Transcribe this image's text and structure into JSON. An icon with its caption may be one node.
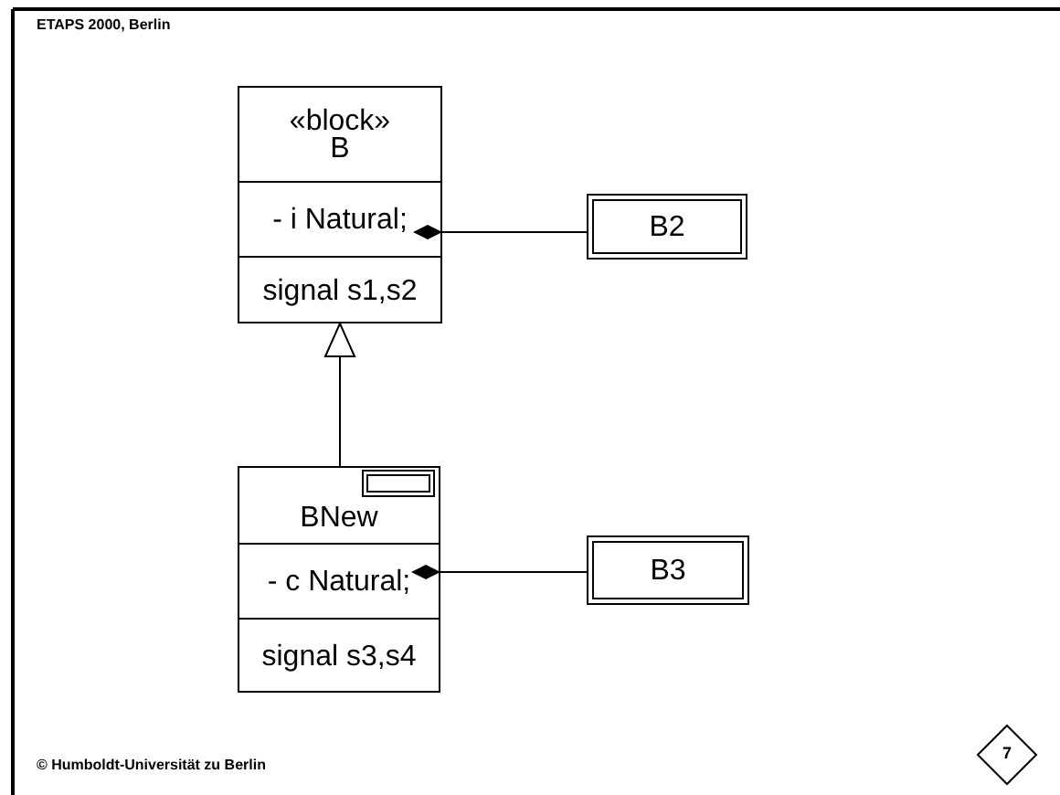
{
  "diagram": {
    "nodes": [
      {
        "text": [
          "«block» B",
          "- i Natural;",
          "signal s1,s2"
        ]
      },
      {
        "text": [
          "B2"
        ]
      },
      {
        "text": [
          "BNew",
          "- c Natural;",
          "signal s3,s4"
        ]
      },
      {
        "text": [
          "B3"
        ]
      },
      {
        "text": [
          "7"
        ]
      }
    ],
    "edges": [
      {
        "from": 0,
        "to": 1,
        "arrow": "other"
      },
      {
        "from": 2,
        "to": 0,
        "arrow": "to"
      },
      {
        "from": 2,
        "to": 3,
        "arrow": "other"
      }
    ],
    "labels": [
      "ETAPS 2000, Berlin",
      "© Humboldt-Universität zu Berlin"
    ]
  }
}
